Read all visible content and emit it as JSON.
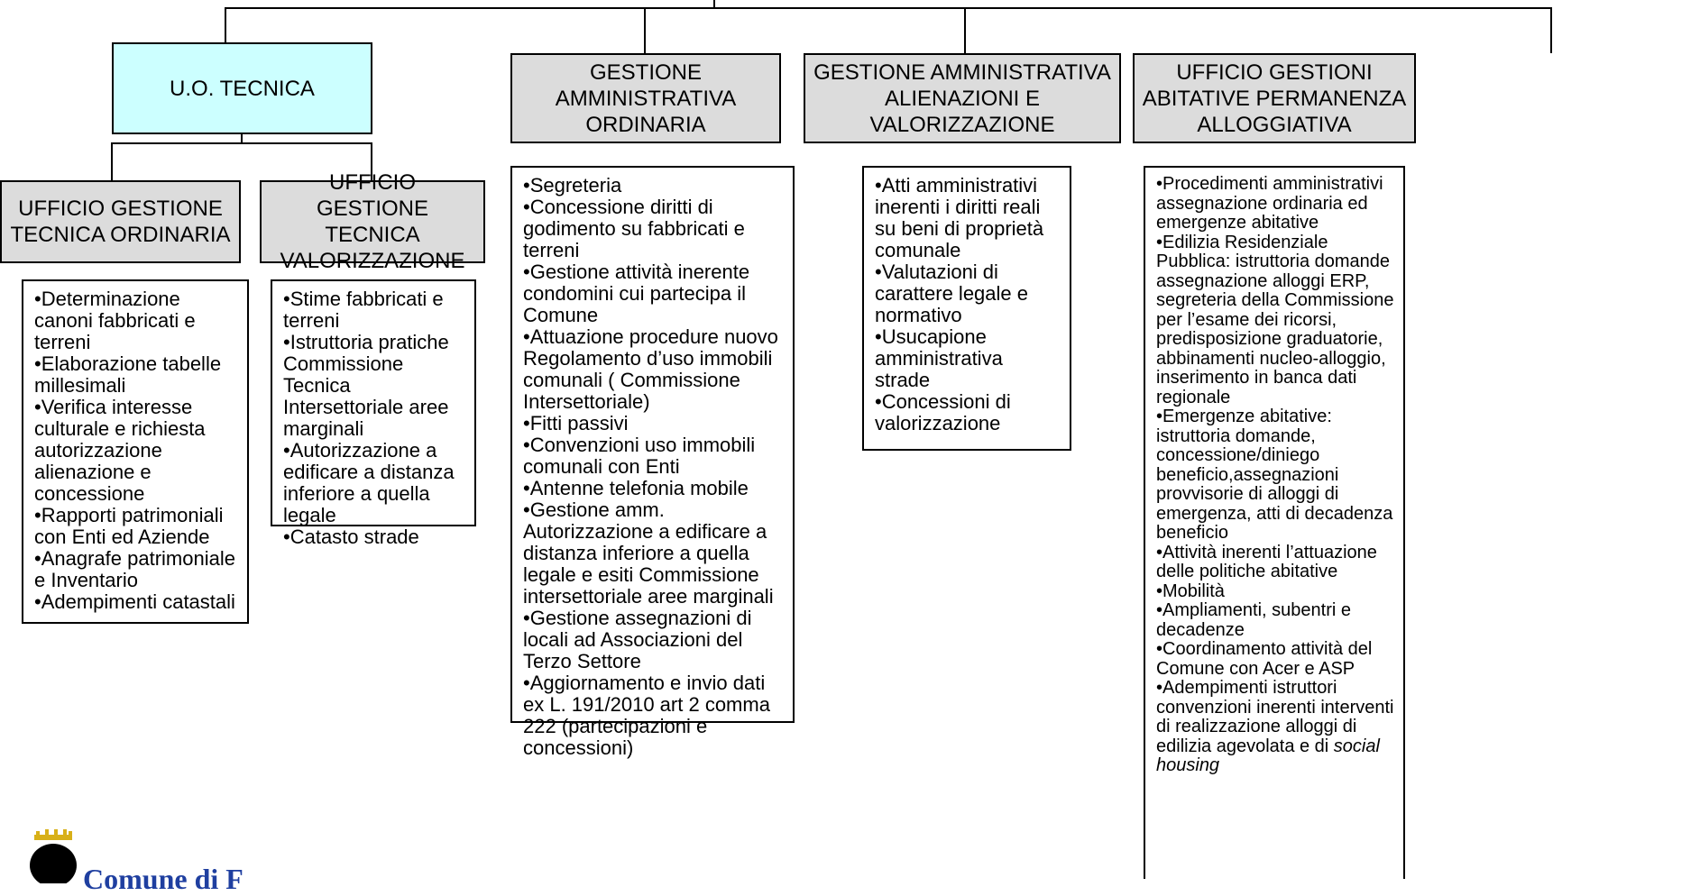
{
  "org_chart": {
    "top_level": [
      {
        "title": "U.O. TECNICA",
        "children": [
          {
            "title": "UFFICIO GESTIONE TECNICA ORDINARIA",
            "tasks": [
              "Determinazione canoni fabbricati e terreni",
              "Elaborazione tabelle millesimali",
              "Verifica interesse culturale e richiesta autorizzazione alienazione e concessione",
              "Rapporti patrimoniali con Enti ed Aziende",
              "Anagrafe patrimoniale e Inventario",
              "Adempimenti catastali"
            ]
          },
          {
            "title": "UFFICIO GESTIONE TECNICA VALORIZZAZIONE",
            "tasks": [
              "Stime fabbricati e terreni",
              "Istruttoria pratiche Commissione Tecnica Intersettoriale aree marginali",
              "Autorizzazione a edificare a distanza inferiore a quella legale",
              "Catasto strade"
            ]
          }
        ]
      },
      {
        "title": "GESTIONE AMMINISTRATIVA ORDINARIA",
        "tasks": [
          "Segreteria",
          "Concessione diritti di godimento su fabbricati e terreni",
          "Gestione attività inerente condomini cui partecipa il Comune",
          "Attuazione procedure nuovo Regolamento d’uso immobili comunali ( Commissione Intersettoriale)",
          "Fitti passivi",
          "Convenzioni uso immobili comunali con Enti",
          "Antenne telefonia mobile",
          "Gestione amm. Autorizzazione a edificare a distanza inferiore a quella legale e esiti Commissione intersettoriale aree marginali",
          "Gestione assegnazioni di locali ad Associazioni del Terzo Settore",
          "Aggiornamento e invio dati ex L. 191/2010 art 2 comma 222 (partecipazioni e concessioni)"
        ]
      },
      {
        "title": "GESTIONE AMMINISTRATIVA ALIENAZIONI E VALORIZZAZIONE",
        "tasks": [
          "Atti amministrativi inerenti i diritti reali su beni di proprietà comunale",
          "Valutazioni di carattere legale e normativo",
          "Usucapione amministrativa strade",
          "Concessioni di valorizzazione"
        ]
      },
      {
        "title": "UFFICIO GESTIONI ABITATIVE PERMANENZA ALLOGGIATIVA",
        "tasks": [
          "Procedimenti amministrativi assegnazione ordinaria ed emergenze abitative",
          "Edilizia Residenziale Pubblica: istruttoria domande assegnazione alloggi ERP, segreteria della Commissione per l’esame dei ricorsi, predisposizione graduatorie, abbinamenti nucleo-alloggio, inserimento in banca dati regionale",
          "Emergenze abitative: istruttoria domande, concessione/diniego beneficio,assegnazioni provvisorie di alloggi di emergenza, atti di decadenza beneficio",
          "Attività inerenti l’attuazione delle politiche abitative",
          "Mobilità",
          "Ampliamenti, subentri e decadenze",
          "Coordinamento attività del Comune con Acer e ASP"
        ],
        "last_task_prefix": "Adempimenti istruttori convenzioni inerenti interventi di realizzazione alloggi di edilizia agevolata e di ",
        "last_task_italic": "social housing"
      }
    ]
  },
  "logo": {
    "text": "Comune di F"
  },
  "colors": {
    "accent_cyan": "#ccffff",
    "header_grey": "#dcdcdc",
    "logo_blue": "#1f3fa0"
  }
}
